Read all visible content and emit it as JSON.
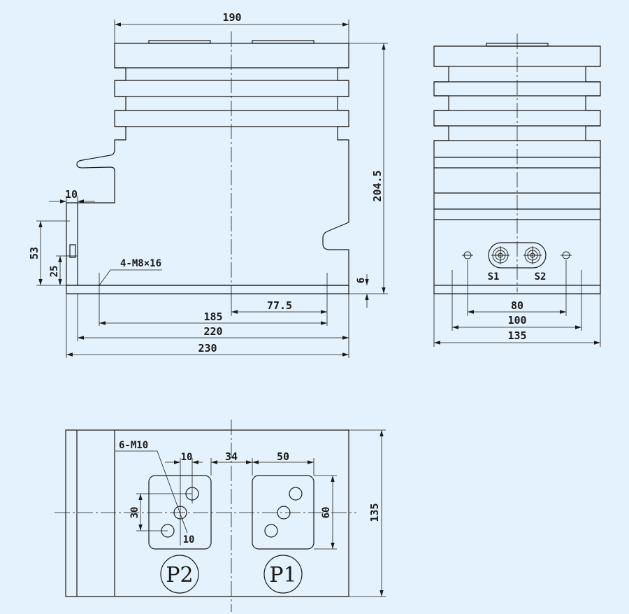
{
  "colors": {
    "background": "#e3f2fc",
    "line": "#1a1a1a"
  },
  "front_view": {
    "dims": {
      "top_width": "190",
      "height": "204.5",
      "flange_thickness": "10",
      "bracket_height": "53",
      "bracket_mid": "25",
      "base_thickness": "6",
      "offset": "77.5",
      "hole_spacing": "185",
      "base_span": "220",
      "total_width": "230"
    },
    "callout": "4-M8×16"
  },
  "side_view": {
    "dims": {
      "inner_spacing": "80",
      "outer_spacing": "100",
      "total_width": "135"
    },
    "terminals": {
      "s1": "S1",
      "s2": "S2"
    }
  },
  "top_view": {
    "callout": "6-M10",
    "dims": {
      "hole_offset": "10",
      "center_gap": "34",
      "pad_width": "50",
      "hole_spacing_v": "30",
      "hole_edge": "10",
      "pad_height": "60",
      "total_width": "135"
    },
    "labels": {
      "p1": "P1",
      "p2": "P2"
    }
  }
}
